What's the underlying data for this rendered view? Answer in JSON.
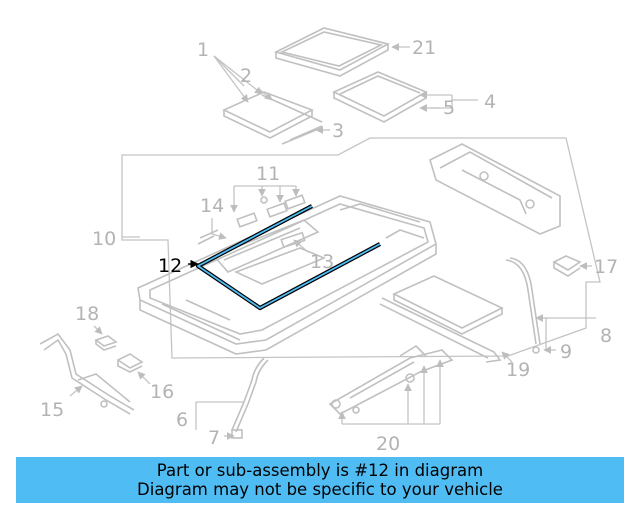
{
  "highlight_color": "#4fbdf3",
  "callouts": {
    "p1": "1",
    "p2": "2",
    "p3": "3",
    "p4": "4",
    "p5": "5",
    "p6": "6",
    "p7": "7",
    "p8": "8",
    "p9": "9",
    "p10": "10",
    "p11": "11",
    "p12": "12",
    "p13": "13",
    "p14": "14",
    "p15": "15",
    "p16": "16",
    "p17": "17",
    "p18": "18",
    "p19": "19",
    "p20": "20",
    "p21": "21"
  },
  "banner": {
    "line1": "Part or sub-assembly is #12 in diagram",
    "line2": "Diagram may not be specific to your vehicle"
  }
}
